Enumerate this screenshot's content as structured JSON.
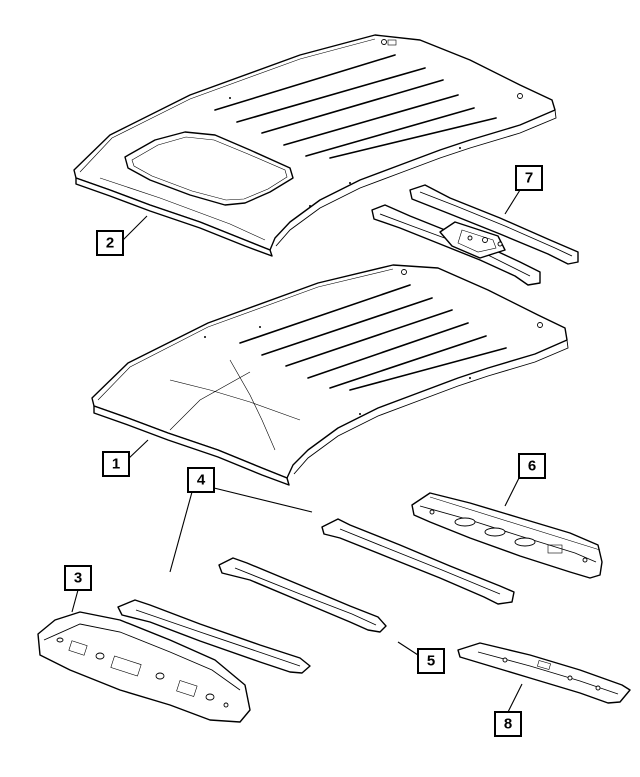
{
  "callouts": [
    {
      "id": "1",
      "label": "1"
    },
    {
      "id": "2",
      "label": "2"
    },
    {
      "id": "3",
      "label": "3"
    },
    {
      "id": "4",
      "label": "4"
    },
    {
      "id": "5",
      "label": "5"
    },
    {
      "id": "6",
      "label": "6"
    },
    {
      "id": "7",
      "label": "7"
    },
    {
      "id": "8",
      "label": "8"
    }
  ],
  "parts": [
    {
      "callout": "1",
      "name": "roof-panel"
    },
    {
      "callout": "2",
      "name": "roof-panel-with-sunroof-opening"
    },
    {
      "callout": "3",
      "name": "front-header-panel"
    },
    {
      "callout": "4",
      "name": "roof-bows"
    },
    {
      "callout": "5",
      "name": "roof-bow"
    },
    {
      "callout": "6",
      "name": "rear-header-panel"
    },
    {
      "callout": "7",
      "name": "sunroof-reinforcement"
    },
    {
      "callout": "8",
      "name": "rear-header-reinforcement"
    }
  ]
}
